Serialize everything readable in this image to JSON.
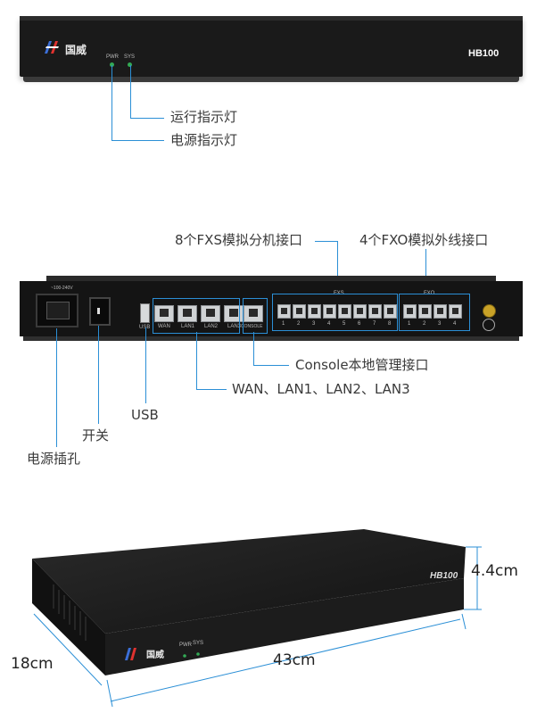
{
  "front": {
    "brand": "国威",
    "pwr_label": "PWR",
    "sys_label": "SYS",
    "model": "HB100",
    "callouts": {
      "run_led": "运行指示灯",
      "power_led": "电源指示灯"
    }
  },
  "back": {
    "fxs_callout": "8个FXS模拟分机接口",
    "fxo_callout": "4个FXO模拟外线接口",
    "console_callout": "Console本地管理接口",
    "lan_callout": "WAN、LAN1、LAN2、LAN3",
    "usb_callout": "USB",
    "switch_callout": "开关",
    "power_socket_callout": "电源插孔",
    "panel_text": {
      "usb": "USB",
      "wan": "WAN",
      "lan1": "LAN1",
      "lan2": "LAN2",
      "lan3": "LAN3",
      "console": "CONSOLE",
      "fxs": "FXS",
      "fxo": "FXO",
      "fxs_numbers": [
        "1",
        "2",
        "3",
        "4",
        "5",
        "6",
        "7",
        "8"
      ],
      "fxo_numbers": [
        "1",
        "2",
        "3",
        "4"
      ]
    }
  },
  "iso": {
    "model": "HB100",
    "brand": "国威",
    "pwr_label": "PWR",
    "sys_label": "SYS",
    "height": "4.4cm",
    "width": "43cm",
    "depth": "18cm"
  },
  "colors": {
    "accent": "#2b8fd6",
    "device": "#1a1a1a",
    "led_green": "#33aa55"
  }
}
